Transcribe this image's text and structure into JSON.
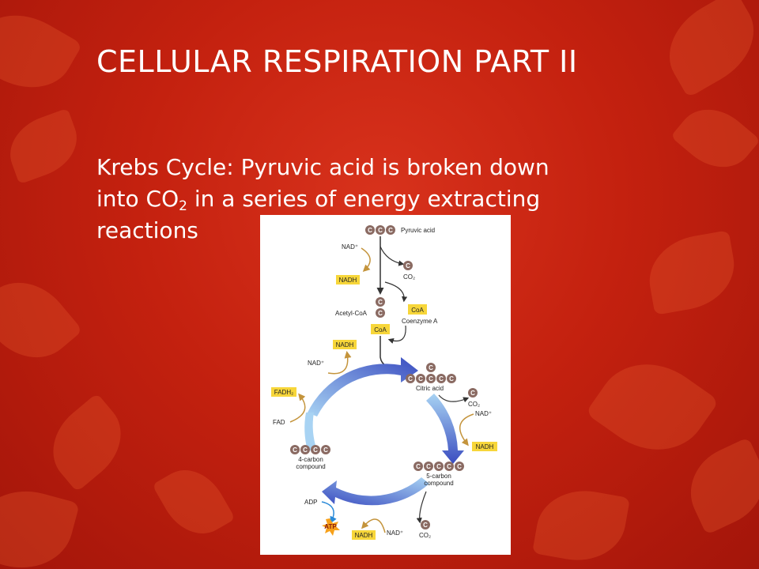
{
  "slide": {
    "title": "CELLULAR RESPIRATION PART II",
    "body": {
      "line1": "Krebs Cycle: Pyruvic acid is broken down",
      "line2_pre": "into CO",
      "line2_sub": "2",
      "line2_post": " in a series of energy extracting",
      "line3": "reactions"
    }
  },
  "diagram": {
    "carbon_symbol": "C",
    "labels": {
      "pyruvic_acid": "Pyruvic acid",
      "nad_top": "NAD⁺",
      "nadh_top": "NADH",
      "co2_top": "CO₂",
      "coa_box": "CoA",
      "coenzyme_a": "Coenzyme A",
      "acetyl_coa": "Acetyl-CoA",
      "coa_attached": "CoA",
      "nadh_left": "NADH",
      "nad_left": "NAD⁺",
      "citric_acid": "Citric acid",
      "fadh2": "FADH₂",
      "fad": "FAD",
      "co2_right": "CO₂",
      "nad_right": "NAD⁺",
      "nadh_right": "NADH",
      "four_carbon_1": "4-carbon",
      "four_carbon_2": "compound",
      "five_carbon_1": "5-carbon",
      "five_carbon_2": "compound",
      "adp": "ADP",
      "atp": "ATP",
      "nadh_bottom": "NADH",
      "nad_bottom": "NAD⁺",
      "co2_bottom": "CO₂"
    },
    "colors": {
      "carbon": "#8a6a62",
      "highlight_box": "#f7d63a",
      "cycle_arrow_dark": "#3a4cc0",
      "cycle_arrow_light": "#a8d3f3",
      "side_arrow": "#c4943c",
      "adp_arrow": "#2a8ad8"
    }
  }
}
